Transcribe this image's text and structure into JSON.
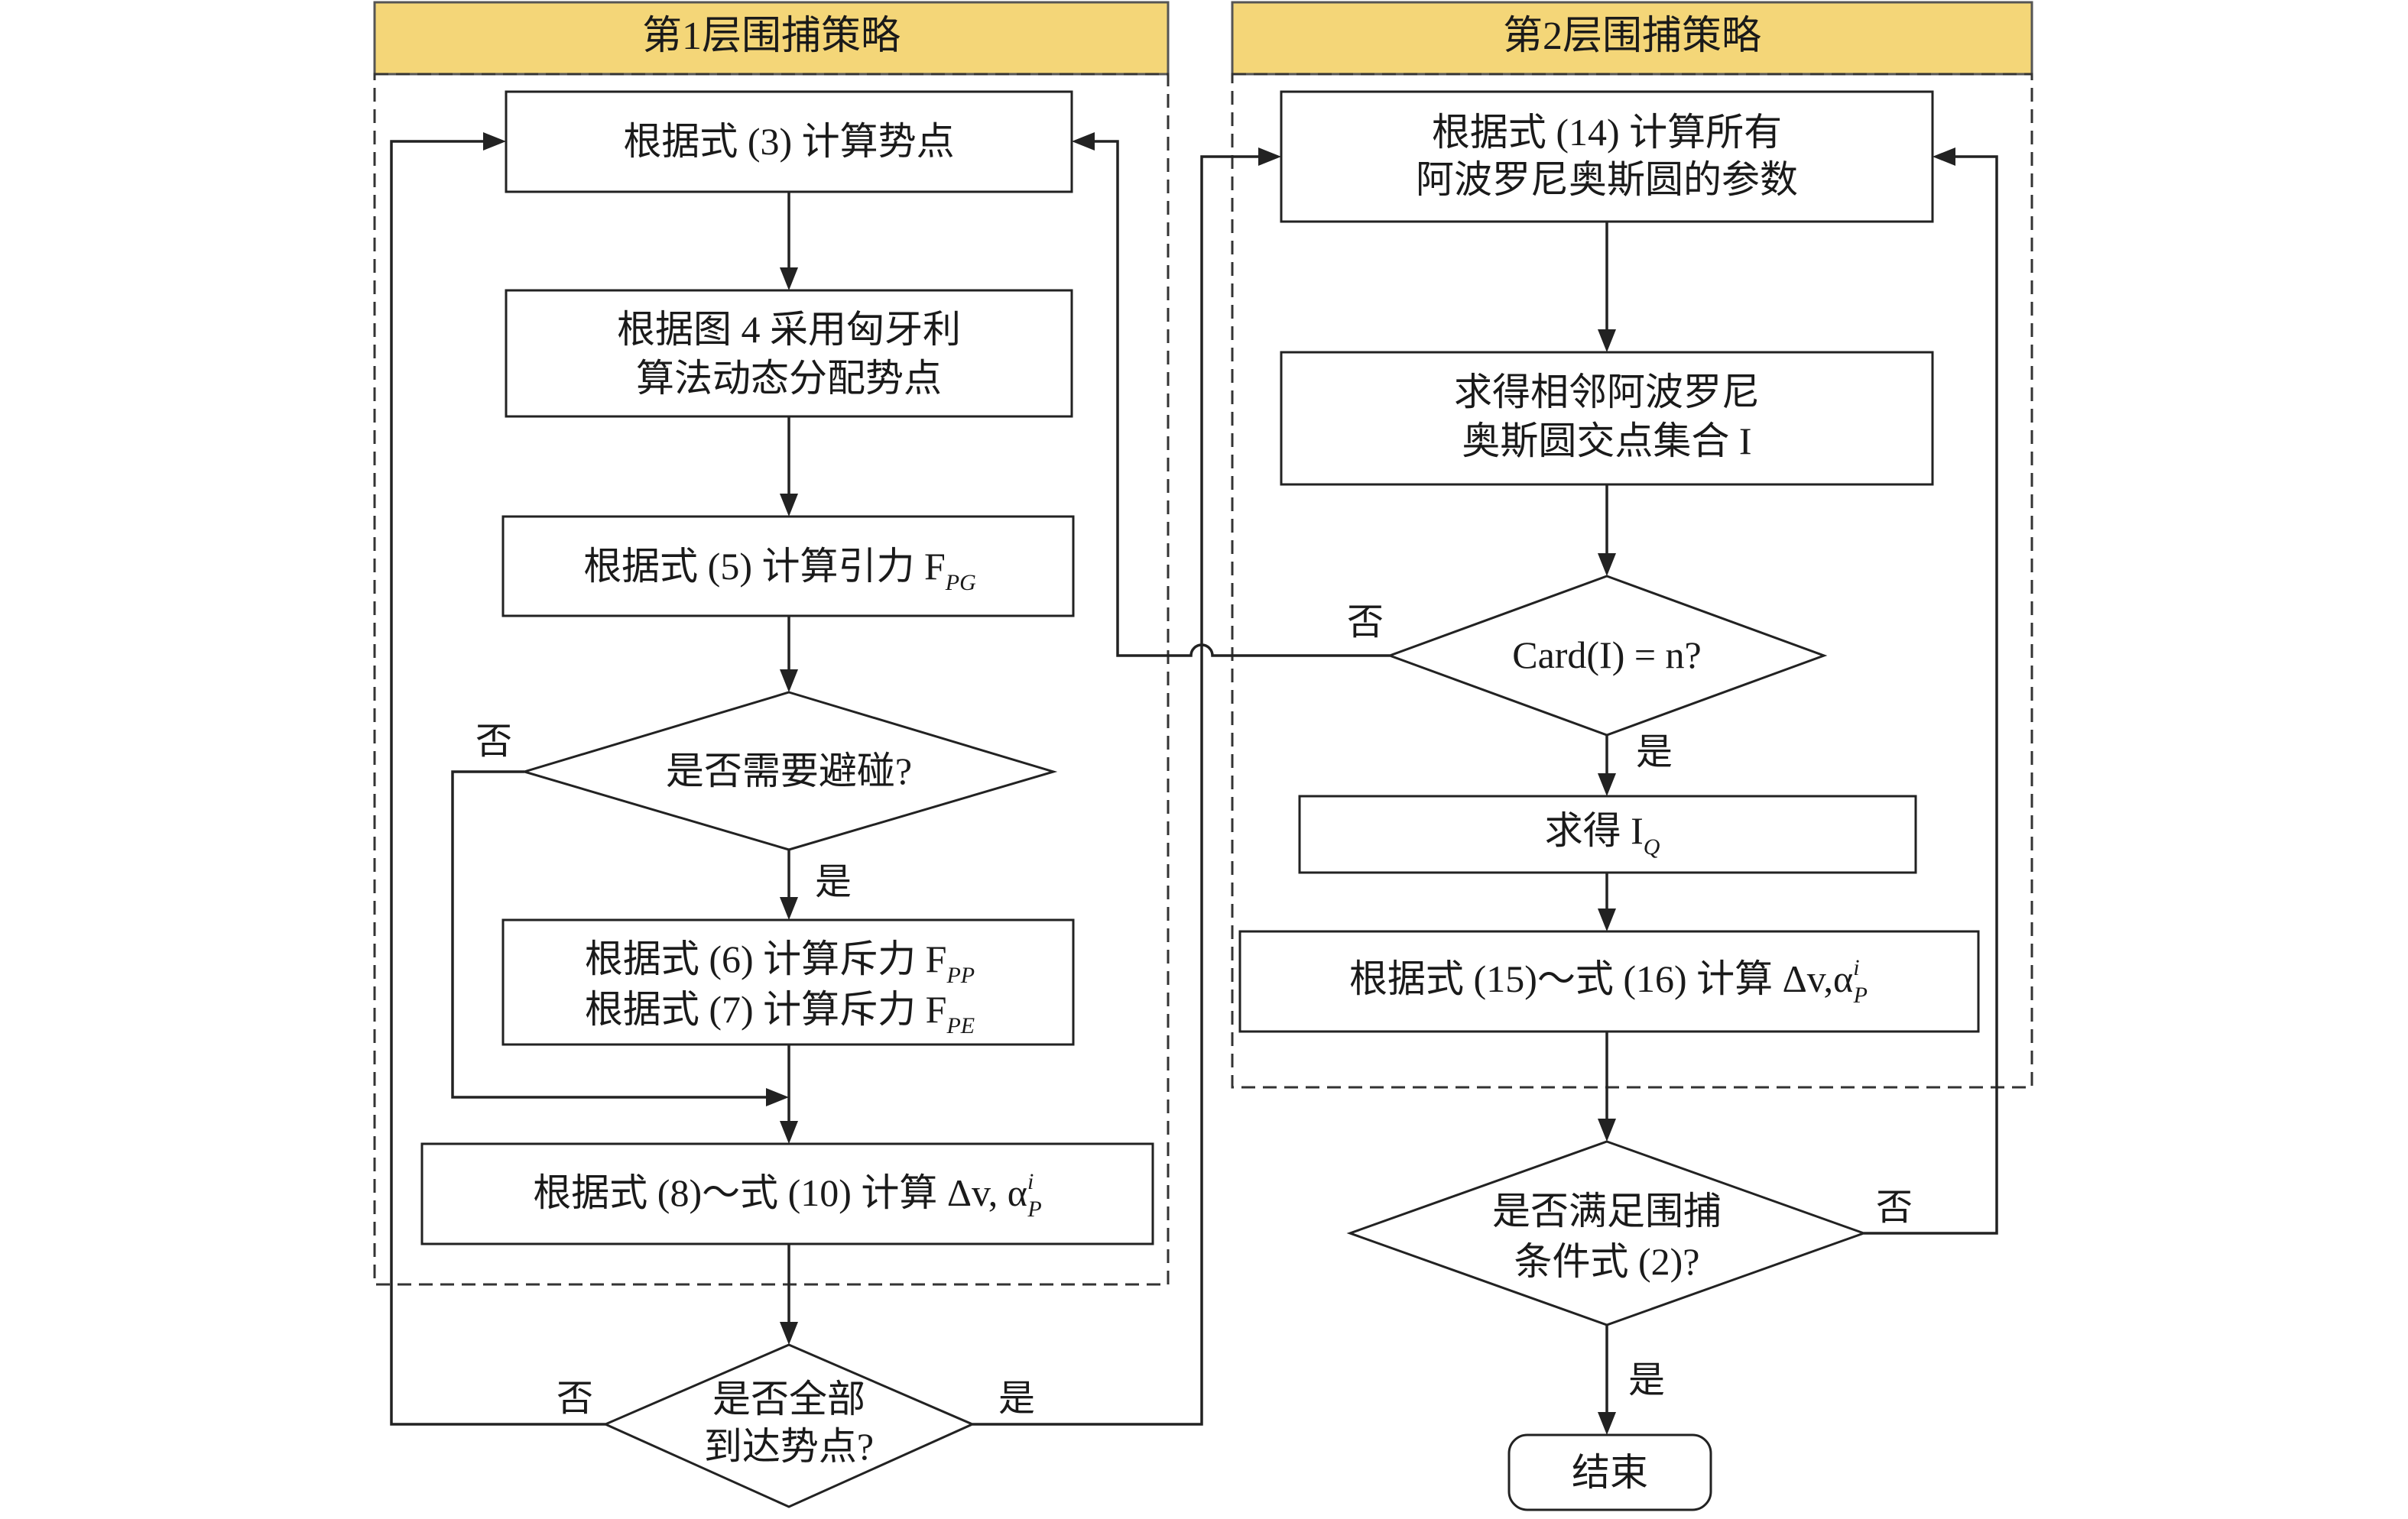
{
  "colors": {
    "header_fill": "#f4d678",
    "header_stroke": "#555555",
    "line": "#222222"
  },
  "layer1": {
    "title": "第1层围捕策略",
    "step_compute_points": "根据式 (3) 计算势点",
    "step_assign_line1": "根据图 4 采用匈牙利",
    "step_assign_line2": "算法动态分配势点",
    "step_attraction": "根据式 (5) 计算引力 F",
    "step_attraction_sub": "PG",
    "decision_avoid": "是否需要避碰?",
    "step_repulsion_1": "根据式 (6) 计算斥力 F",
    "step_repulsion_1_sub": "PP",
    "step_repulsion_2": "根据式 (7) 计算斥力 F",
    "step_repulsion_2_sub": "PE",
    "step_delta": "根据式 (8)～式 (10) 计算 Δv, α",
    "step_delta_sup": "i",
    "step_delta_sub": "P"
  },
  "decision_all_reached_line1": "是否全部",
  "decision_all_reached_line2": "到达势点?",
  "layer2": {
    "title": "第2层围捕策略",
    "step_apollonius_line1": "根据式 (14) 计算所有",
    "step_apollonius_line2": "阿波罗尼奥斯圆的参数",
    "step_intersect_line1": "求得相邻阿波罗尼",
    "step_intersect_line2": "奥斯圆交点集合 I",
    "decision_card": "Card(I) = n?",
    "step_iq": "求得 I",
    "step_iq_sub": "Q",
    "step_delta2": "根据式 (15)～式 (16) 计算 Δv,α",
    "step_delta2_sup": "i",
    "step_delta2_sub": "P"
  },
  "decision_capture_line1": "是否满足围捕",
  "decision_capture_line2": "条件式 (2)?",
  "end_label": "结束",
  "labels": {
    "yes": "是",
    "no": "否"
  }
}
